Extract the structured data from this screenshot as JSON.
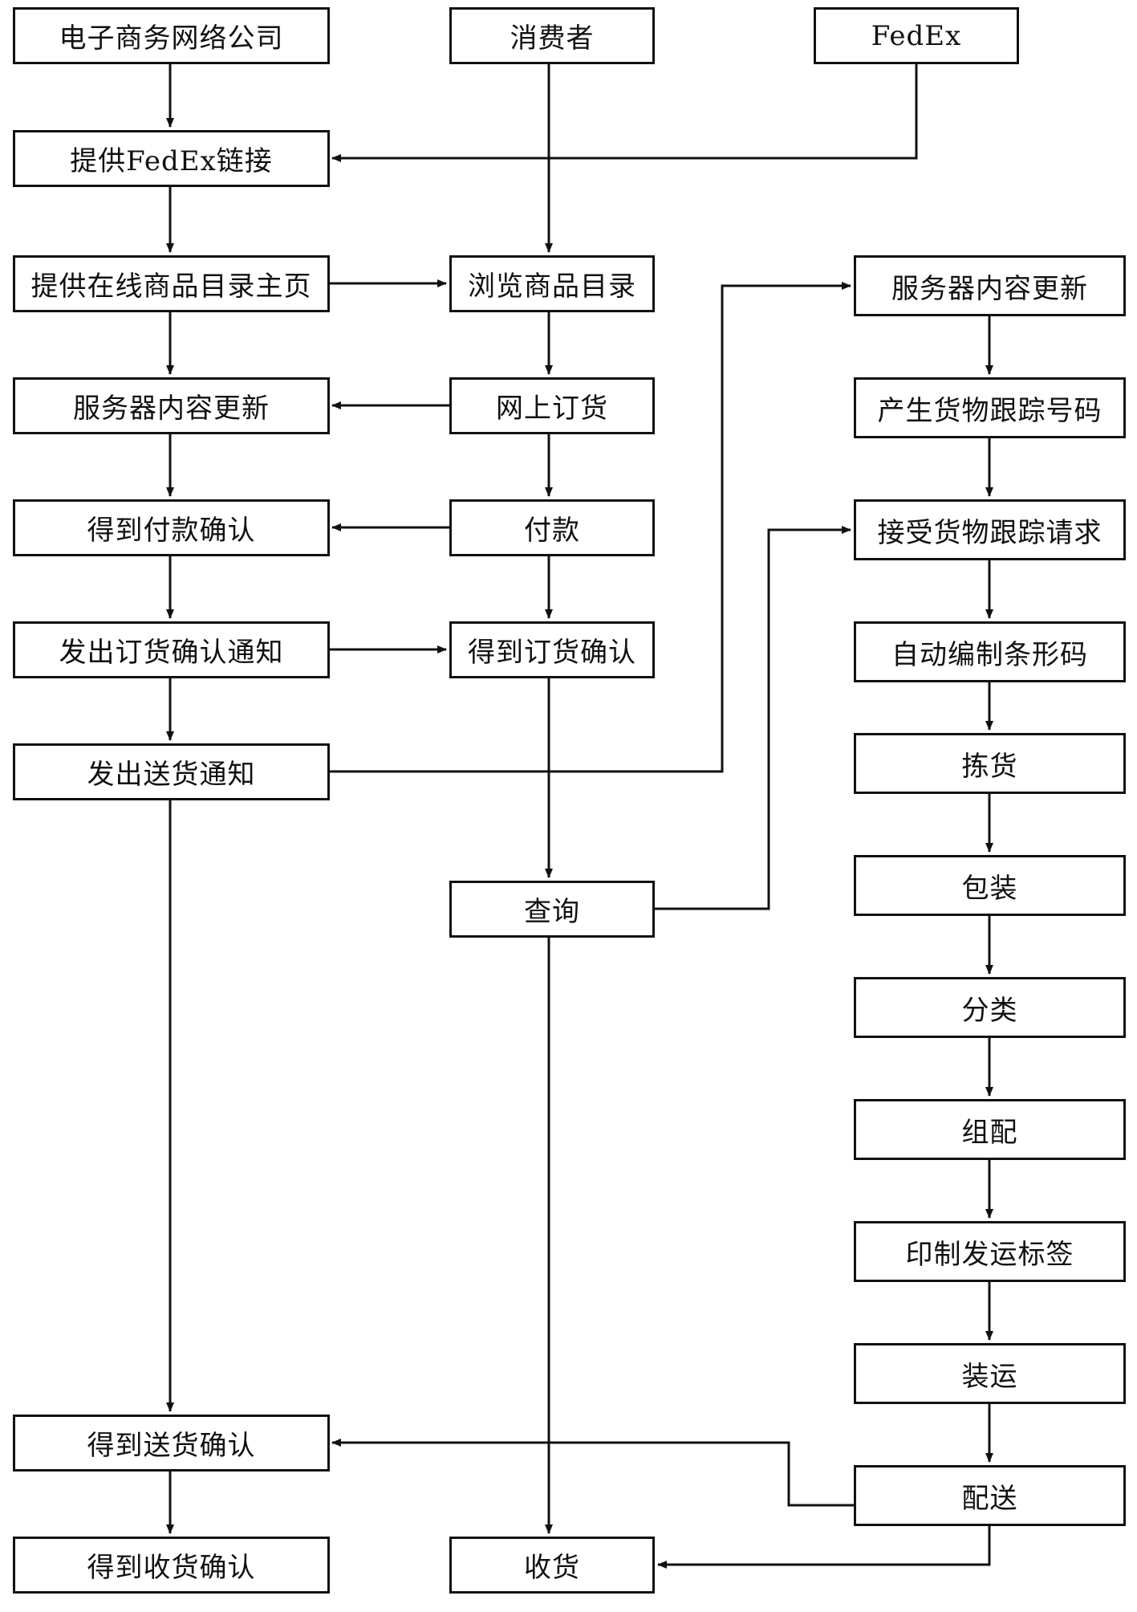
{
  "colors": {
    "line": "#111111",
    "box_fill": "#ffffff",
    "text": "#111111",
    "background": "#ffffff"
  },
  "nodes": {
    "ecom_company": "电子商务网络公司",
    "consumer": "消费者",
    "fedex": "FedEx",
    "provide_fedex_link": "提供FedEx链接",
    "provide_catalog_home": "提供在线商品目录主页",
    "browse_catalog": "浏览商品目录",
    "server_update_left": "服务器内容更新",
    "order_online": "网上订货",
    "get_payment_confirm": "得到付款确认",
    "payment": "付款",
    "send_order_confirm": "发出订货确认通知",
    "get_order_confirm": "得到订货确认",
    "send_delivery_notice": "发出送货通知",
    "query": "查询",
    "server_update_right": "服务器内容更新",
    "gen_tracking_no": "产生货物跟踪号码",
    "accept_tracking_req": "接受货物跟踪请求",
    "auto_barcode": "自动编制条形码",
    "picking": "拣货",
    "packing": "包装",
    "sorting": "分类",
    "assembly": "组配",
    "print_label": "印制发运标签",
    "shipping": "装运",
    "delivery": "配送",
    "get_delivery_confirm": "得到送货确认",
    "get_receipt_confirm": "得到收货确认",
    "receive_goods": "收货"
  },
  "edges": [
    [
      "ecom_company",
      "provide_fedex_link"
    ],
    [
      "fedex",
      "provide_fedex_link"
    ],
    [
      "provide_fedex_link",
      "provide_catalog_home"
    ],
    [
      "consumer",
      "browse_catalog"
    ],
    [
      "provide_catalog_home",
      "browse_catalog"
    ],
    [
      "provide_catalog_home",
      "server_update_left"
    ],
    [
      "browse_catalog",
      "order_online"
    ],
    [
      "order_online",
      "server_update_left"
    ],
    [
      "server_update_left",
      "get_payment_confirm"
    ],
    [
      "order_online",
      "payment"
    ],
    [
      "payment",
      "get_payment_confirm"
    ],
    [
      "get_payment_confirm",
      "send_order_confirm"
    ],
    [
      "payment",
      "get_order_confirm"
    ],
    [
      "send_order_confirm",
      "get_order_confirm"
    ],
    [
      "send_order_confirm",
      "send_delivery_notice"
    ],
    [
      "send_delivery_notice",
      "server_update_right"
    ],
    [
      "get_order_confirm",
      "query"
    ],
    [
      "query",
      "accept_tracking_req"
    ],
    [
      "server_update_right",
      "gen_tracking_no"
    ],
    [
      "gen_tracking_no",
      "accept_tracking_req"
    ],
    [
      "accept_tracking_req",
      "auto_barcode"
    ],
    [
      "auto_barcode",
      "picking"
    ],
    [
      "picking",
      "packing"
    ],
    [
      "packing",
      "sorting"
    ],
    [
      "sorting",
      "assembly"
    ],
    [
      "assembly",
      "print_label"
    ],
    [
      "print_label",
      "shipping"
    ],
    [
      "shipping",
      "delivery"
    ],
    [
      "send_delivery_notice",
      "get_delivery_confirm"
    ],
    [
      "delivery",
      "get_delivery_confirm"
    ],
    [
      "get_delivery_confirm",
      "get_receipt_confirm"
    ],
    [
      "query",
      "receive_goods"
    ],
    [
      "delivery",
      "receive_goods"
    ]
  ]
}
